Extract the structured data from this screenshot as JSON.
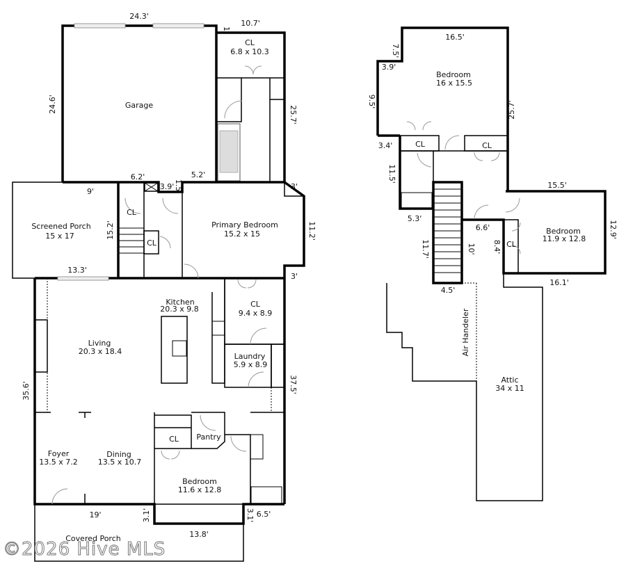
{
  "first_floor": {
    "rooms": {
      "garage": {
        "name": "Garage"
      },
      "closet_top": {
        "name": "CL",
        "size": "6.8 x 10.3"
      },
      "screened_porch": {
        "name": "Screened Porch",
        "size": "15 x 17"
      },
      "closet_stairs_1": {
        "name": "CL"
      },
      "closet_stairs_2": {
        "name": "CL"
      },
      "primary_bedroom": {
        "name": "Primary Bedroom",
        "size": "15.2 x 15"
      },
      "kitchen": {
        "name": "Kitchen",
        "size": "20.3 x 9.8"
      },
      "closet_kitchen": {
        "name": "CL",
        "size": "9.4 x 8.9"
      },
      "living": {
        "name": "Living",
        "size": "20.3 x 18.4"
      },
      "laundry": {
        "name": "Laundry",
        "size": "5.9 x 8.9"
      },
      "closet_bedroom": {
        "name": "CL"
      },
      "pantry": {
        "name": "Pantry"
      },
      "foyer": {
        "name": "Foyer",
        "size": "13.5 x 7.2"
      },
      "dining": {
        "name": "Dining",
        "size": "13.5 x 10.7"
      },
      "bedroom": {
        "name": "Bedroom",
        "size": "11.6 x 12.8"
      },
      "covered_porch": {
        "name": "Covered Porch"
      }
    },
    "dimensions": [
      "24.3'",
      "10.7'",
      "1'",
      "24.6'",
      "25.7'",
      "6.2'",
      "5.2'",
      "9'",
      "3.9'",
      "1.5'",
      "3'",
      "15.2'",
      "11.2'",
      "13.3'",
      "3'",
      "35.6'",
      "37.5'",
      "19'",
      "3.1'",
      "3.1'",
      "6.5'",
      "13.8'"
    ]
  },
  "second_floor": {
    "rooms": {
      "bedroom_1": {
        "name": "Bedroom",
        "size": "16 x 15.5"
      },
      "closet_1": {
        "name": "CL"
      },
      "closet_2": {
        "name": "CL"
      },
      "bedroom_2": {
        "name": "Bedroom",
        "size": "11.9 x 12.8"
      },
      "closet_3": {
        "name": "CL"
      },
      "air_handler": {
        "name": "Air Handeler"
      },
      "attic": {
        "name": "Attic",
        "size": "34 x 11"
      }
    },
    "dimensions": [
      "16.5'",
      "7.5'",
      "3.9'",
      "9.5'",
      "25.7'",
      "3.4'",
      "11.5'",
      "15.5'",
      "5.3'",
      "6.6'",
      "12.9'",
      "11.7'",
      "10'",
      "8.4'",
      "4.5'",
      "16.1'"
    ]
  },
  "watermark": "©2026 Hive MLS"
}
